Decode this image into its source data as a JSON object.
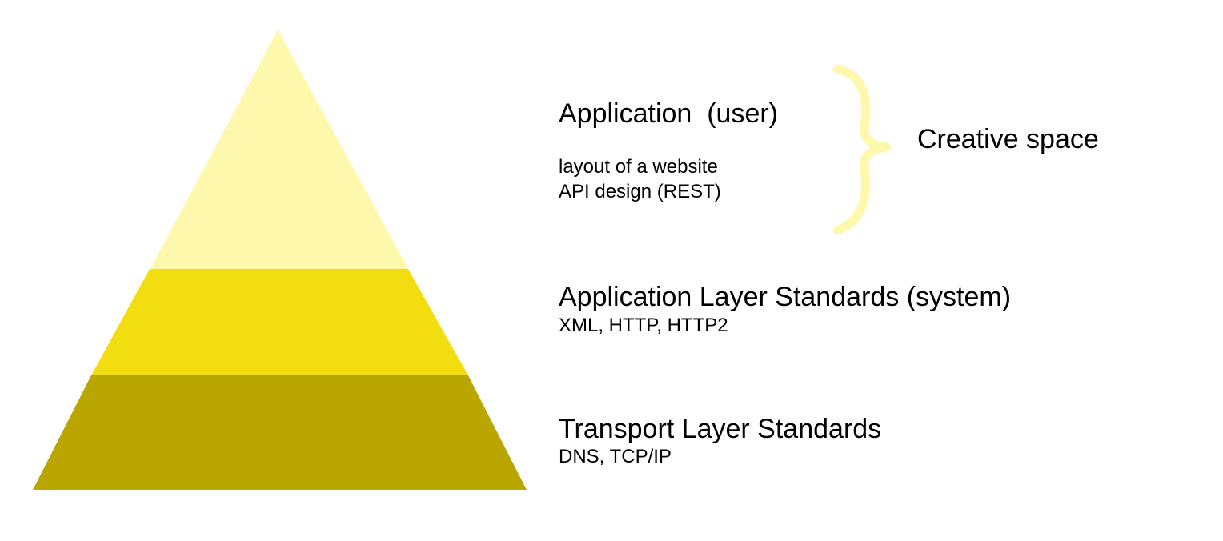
{
  "colors": {
    "top_layer": "#FEF8AD",
    "middle_layer": "#F1DD10",
    "bottom_layer": "#B9A600",
    "brace": "#FEF8AD",
    "text": "#000000"
  },
  "layers": [
    {
      "title": "Application  (user)",
      "details": [
        "layout of a website",
        "API design (REST)"
      ]
    },
    {
      "title": "Application Layer Standards (system)",
      "details": [
        "XML, HTTP, HTTP2"
      ]
    },
    {
      "title": "Transport Layer Standards",
      "details": [
        "DNS, TCP/IP"
      ]
    }
  ],
  "brace_label": "Creative space"
}
